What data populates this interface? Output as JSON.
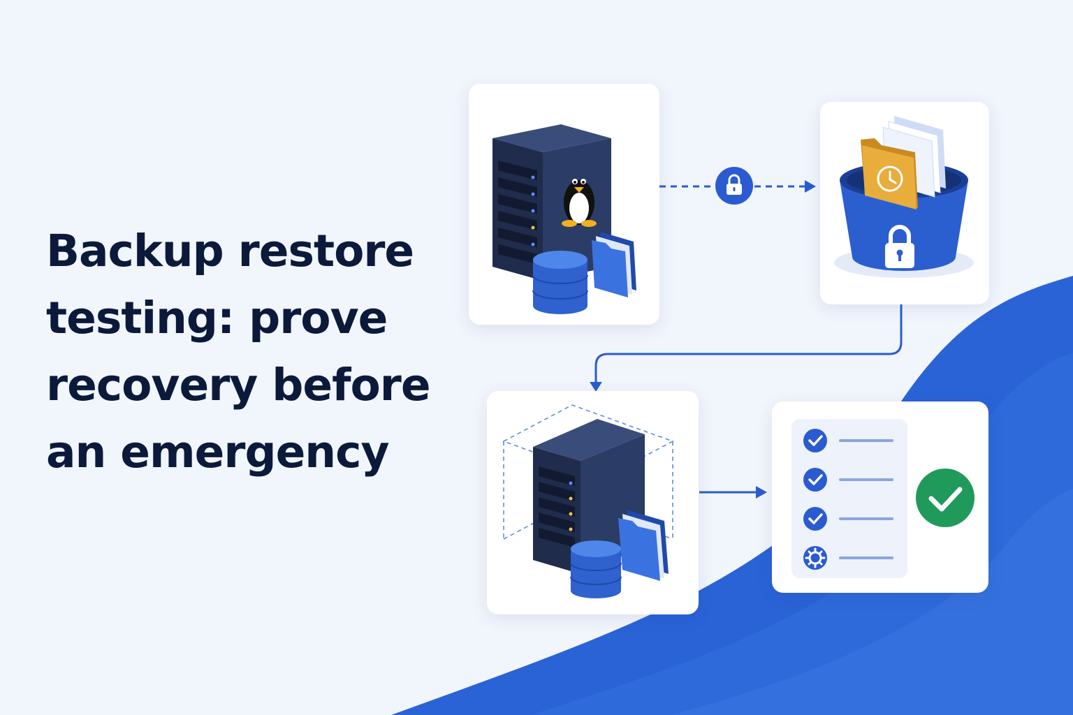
{
  "title": {
    "lines": [
      "Backup restore",
      "testing: prove",
      "recovery before",
      "an emergency"
    ]
  },
  "colors": {
    "background": "#f1f5fc",
    "title_text": "#0b1a3a",
    "accent_blue": "#2a5bd0",
    "wave_blue": "#2a63d6",
    "server_navy": "#27365a",
    "folder_gold": "#e9ad3c",
    "success_green": "#1f9a5a",
    "card_white": "#ffffff"
  },
  "icons": {
    "source": [
      "server-icon",
      "linux-penguin-icon",
      "database-icon",
      "folder-icon"
    ],
    "transfer": [
      "lock-icon",
      "arrow-right-icon"
    ],
    "storage": [
      "bucket-icon",
      "history-folder-icon",
      "lock-icon"
    ],
    "restore": [
      "server-icon",
      "database-icon",
      "folder-icon",
      "dashed-sandbox-box"
    ],
    "verify": [
      "checkmark-circle-icon",
      "checkmark-circle-icon",
      "checkmark-circle-icon",
      "gear-icon",
      "success-check-icon"
    ]
  },
  "checklist": [
    "check",
    "check",
    "check",
    "gear"
  ]
}
